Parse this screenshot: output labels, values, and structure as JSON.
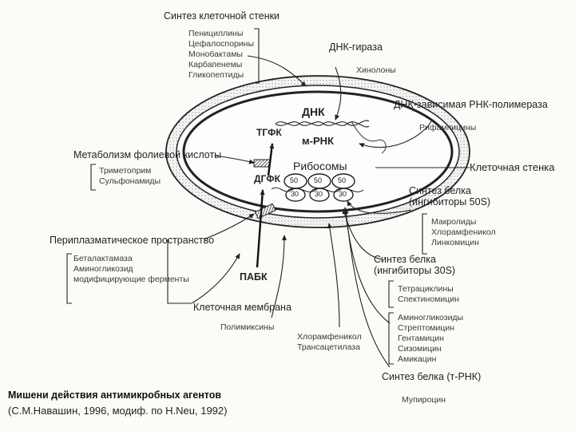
{
  "cell": {
    "dna": "ДНК",
    "mrna": "м-РНК",
    "thfa": "ТГФК",
    "dhfa": "ДГФК",
    "ribosomes": "Рибосомы",
    "paba": "ПАБК",
    "ribosome_units": [
      "50",
      "30",
      "50",
      "30",
      "50",
      "30"
    ]
  },
  "labels": {
    "cell_wall_synthesis": "Синтез клеточной стенки",
    "cell_wall_drugs": [
      "Пенициллины",
      "Цефалоспорины",
      "Монобактамы",
      "Карбапенемы",
      "Гликопептиды"
    ],
    "dna_gyrase": "ДНК-гираза",
    "quinolones": "Хинолоны",
    "rna_polymerase": "ДНК-зависимая РНК-полимераза",
    "rifampicins": "Рифампицины",
    "cell_wall": "Клеточная стенка",
    "protein_50s": [
      "Синтез белка",
      "(ингибиторы 50S)"
    ],
    "drugs_50s": [
      "Макролиды",
      "Хлорамфеникол",
      "Линкомицин"
    ],
    "protein_30s": [
      "Синтез белка",
      "(ингибиторы 30S)"
    ],
    "drugs_30s": [
      "Тетрациклины",
      "Спектиномицин"
    ],
    "aminoglycosides": [
      "Аминогликозиды",
      "Стрептомицин",
      "Гентамицин",
      "Сизомицин",
      "Амикацин"
    ],
    "protein_trna": "Синтез белка (т-РНК)",
    "mupirocin": "Мупироцин",
    "folate": "Метаболизм фолиевой кислоты",
    "folate_drugs": [
      "Триметоприм",
      "Сульфонамиды"
    ],
    "periplasm": "Периплазматическое пространство",
    "periplasm_items": [
      "Беталактамаза",
      "Аминогликозид",
      "модифицирующие ферменты"
    ],
    "membrane": "Клеточная мембрана",
    "polymyxins": "Полимиксины",
    "chloramph_acetylase": [
      "Хлорамфеникол",
      "Трансацетилаза"
    ]
  },
  "caption": {
    "line1": "Мишени действия антимикробных агентов",
    "line2": "(С.М.Навашин, 1996, модиф. по H.Neu, 1992)"
  }
}
